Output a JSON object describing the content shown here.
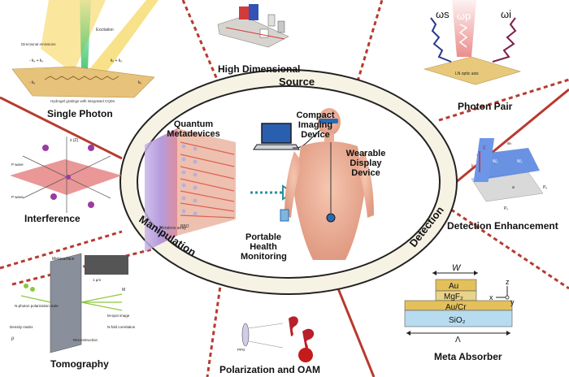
{
  "ring": {
    "source": "Source",
    "detection": "Detection",
    "manipulation": "Manipulation"
  },
  "center": {
    "quantum_metadevices": "Quantum Metadevices",
    "compact_imaging_device": "Compact Imaging Device",
    "wearable_display_device": "Wearable Display Device",
    "portable_health_monitoring": "Portable Health Monitoring",
    "metalens_array": "Metalens array",
    "bbo": "BBO"
  },
  "panels": {
    "single_photon": {
      "title": "Single Photon",
      "excitation": "Excitation",
      "directional_emissions": "Directional emissions",
      "hydrogel": "Hydrogel gratings with integrated CQDs",
      "k_left": "- kₓ + k₀",
      "k_right": "kₓ + k₀",
      "k_bottom_left": "- kₓ",
      "k_bottom_right": "kₓ"
    },
    "high_dimensional": {
      "title": "High Dimensional"
    },
    "photon_pair": {
      "title": "Photon Pair",
      "omega_s": "ωs",
      "omega_p": "ωp",
      "omega_i": "ωi",
      "axis_label": "LN optic axis"
    },
    "interference": {
      "title": "Interference",
      "z_label": "z (Z)",
      "p_wave": "P wave",
      "p_wave_2": "P wave"
    },
    "detection_enhancement": {
      "title": "Detection Enhancement",
      "w_s": "wₛ",
      "w_y": "Wᵧ",
      "w_x": "Wₓ",
      "a": "a",
      "p_x": "Pₓ",
      "p_y": "Pᵧ",
      "e": "E",
      "k": "k"
    },
    "tomography": {
      "title": "Tomography",
      "metasurface": "Metasurface",
      "um": "1 μm",
      "n_photon": "N-photon polarization state",
      "m_spot": "M-spot image",
      "n_fold": "N-fold correlation",
      "density": "Density matrix",
      "rho": "ρ",
      "reconstruction": "Reconstruction",
      "M": "M"
    },
    "polarization_oam": {
      "title": "Polarization and OAM",
      "ppg": "PPG"
    },
    "meta_absorber": {
      "title": "Meta Absorber",
      "W": "W",
      "au": "Au",
      "mgf2": "MgF₂",
      "aucr": "Au/Cr",
      "sio2": "SiO₂",
      "lambda": "Λ",
      "z": "z",
      "x": "x",
      "y": "y"
    }
  },
  "colors": {
    "connector_red": "#b83a2e",
    "ring_fill": "#f7f3e4",
    "ring_stroke": "#222222",
    "beam_yellow": "#f5d24a",
    "beam_green": "#3cc46a",
    "au_gold": "#e4c05a",
    "sio2_blue": "#b8dcef"
  }
}
